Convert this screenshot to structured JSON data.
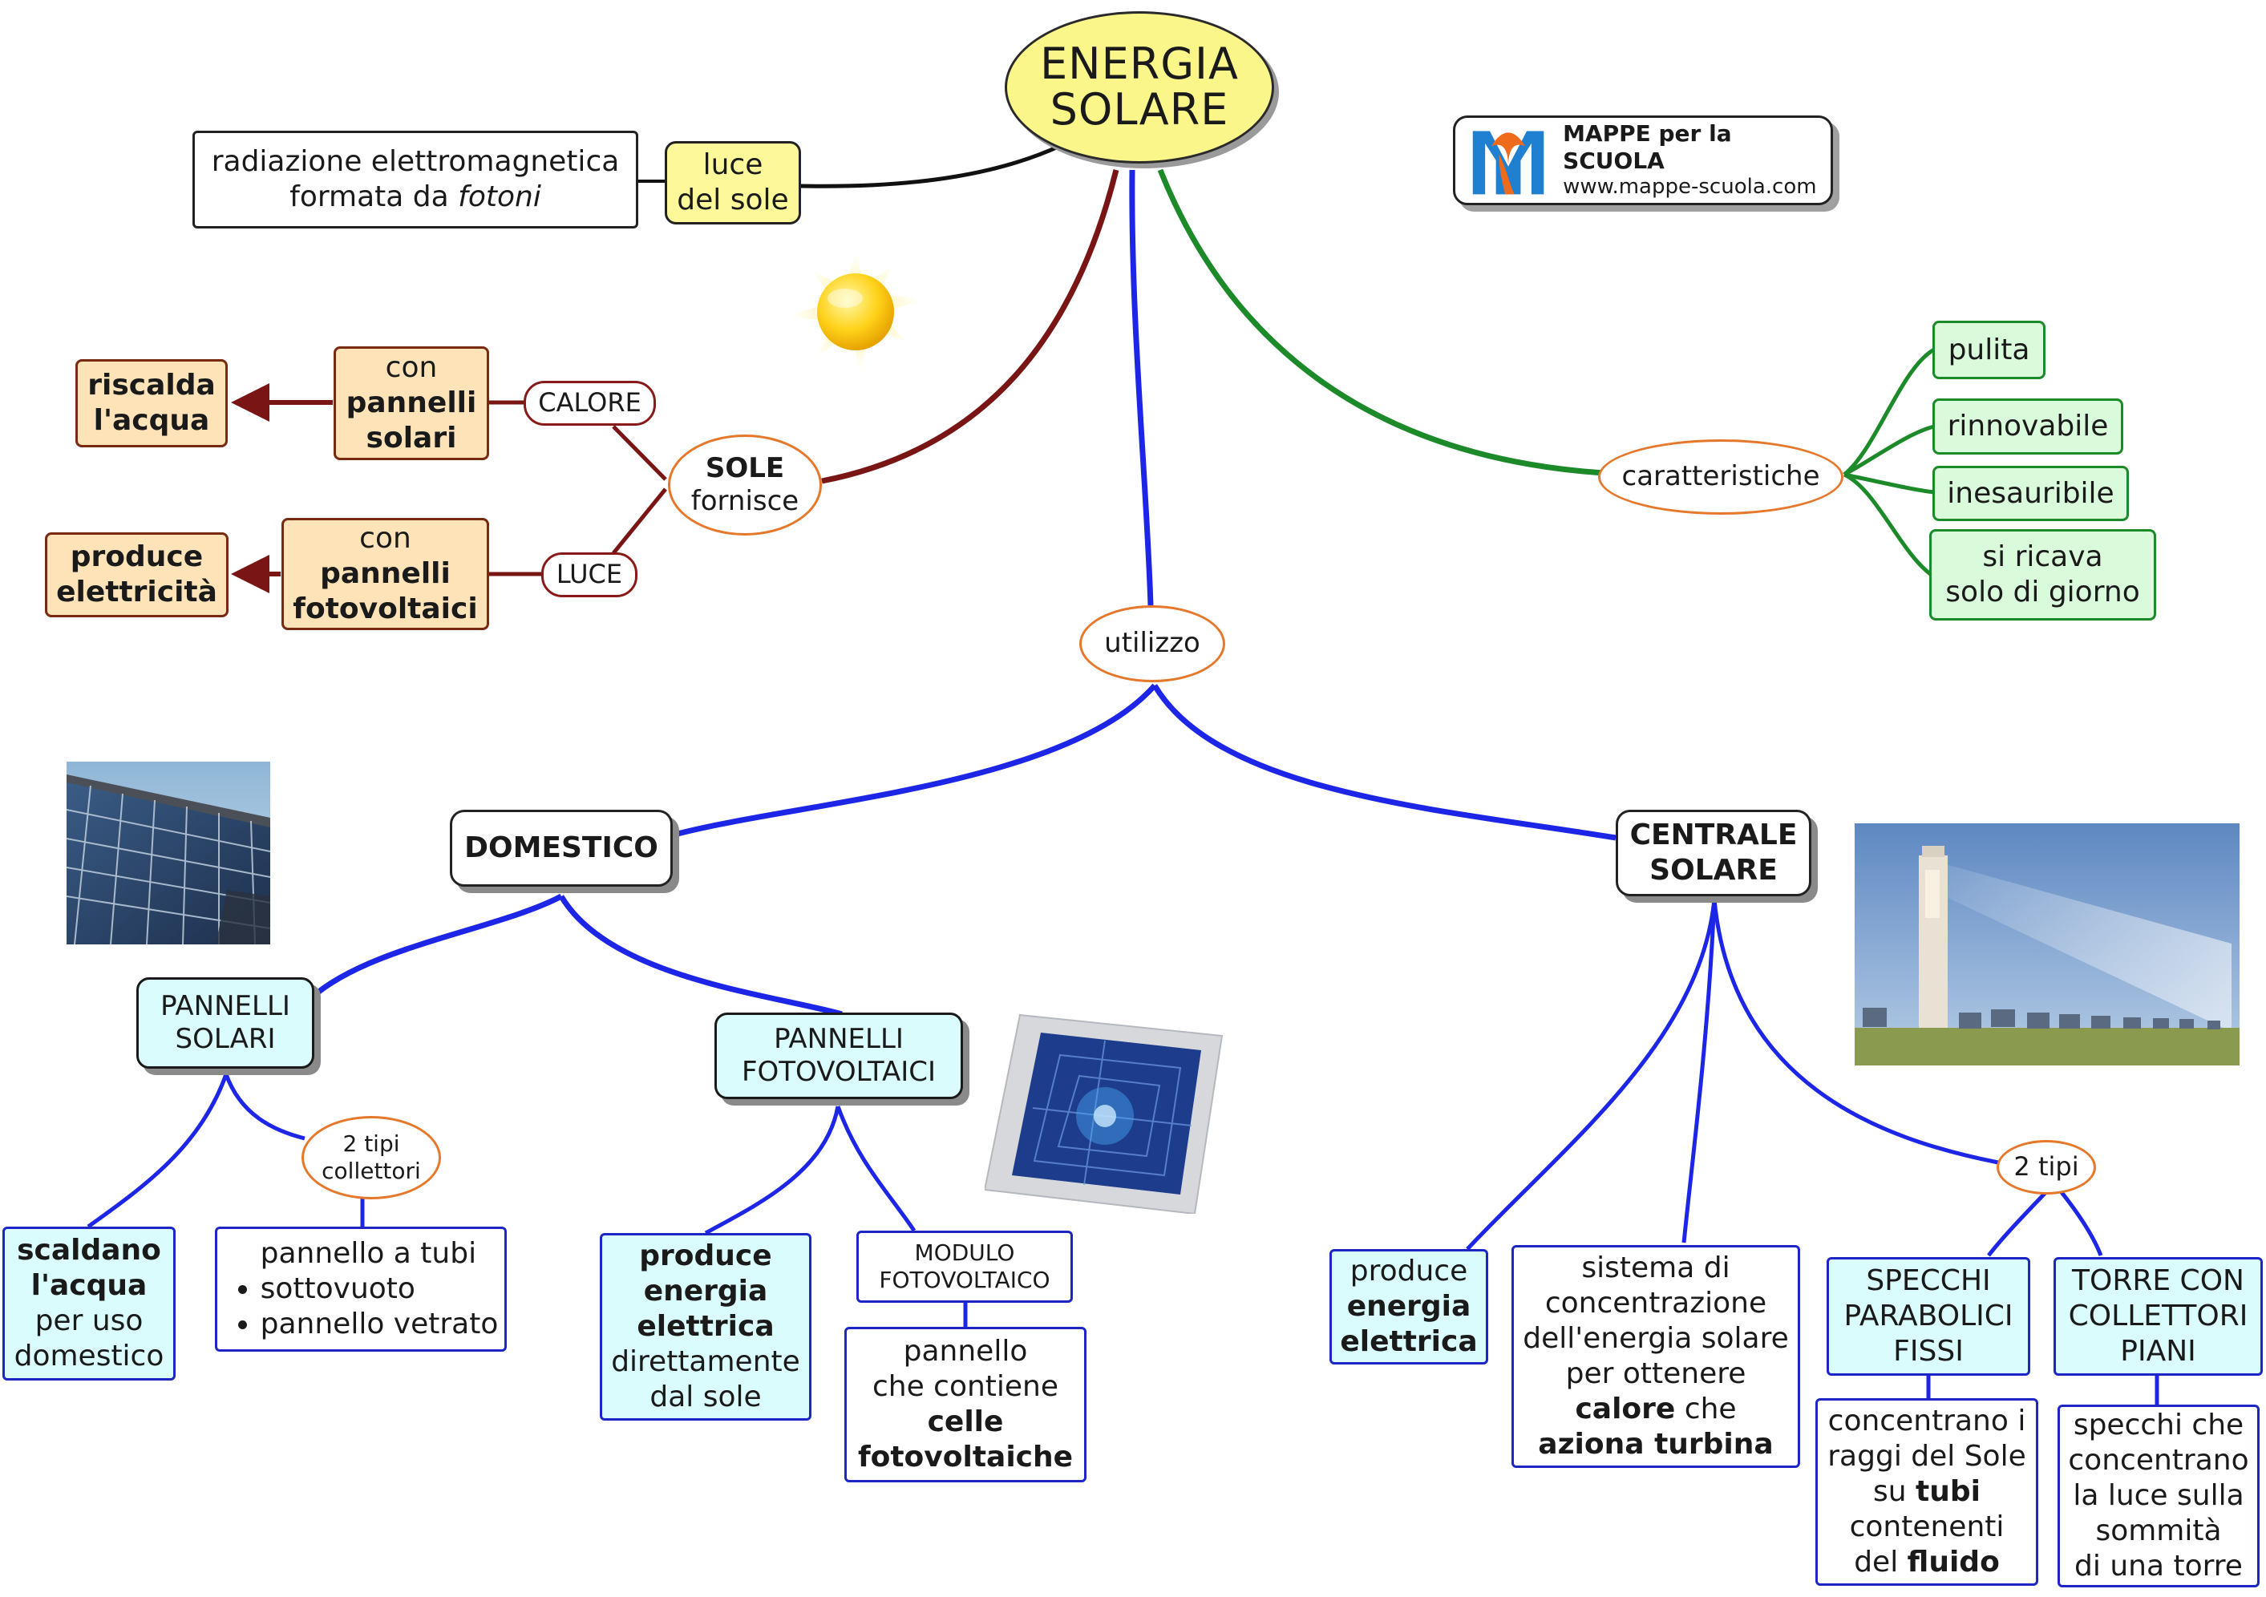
{
  "title": {
    "line1": "ENERGIA",
    "line2": "SOLARE"
  },
  "logo": {
    "name": "MAPPE per la SCUOLA",
    "url": "www.mappe-scuola.com"
  },
  "luce": {
    "label_line1": "luce",
    "label_line2": "del sole",
    "definition_line1": "radiazione elettromagnetica",
    "definition_line2_pre": "formata da ",
    "definition_line2_em": "fotoni"
  },
  "sole": {
    "bold": "SOLE",
    "text": "fornisce",
    "calore": "CALORE",
    "luce": "LUCE",
    "calore_box": {
      "line1": "con",
      "line2": "pannelli",
      "line3": "solari"
    },
    "calore_result": {
      "line1": "riscalda",
      "line2": "l'acqua"
    },
    "luce_box": {
      "line1": "con",
      "line2": "pannelli",
      "line3": "fotovoltaici"
    },
    "luce_result": {
      "line1": "produce",
      "line2": "elettricità"
    }
  },
  "caratteristiche": {
    "label": "caratteristiche",
    "items": [
      "pulita",
      "rinnovabile",
      "inesauribile"
    ],
    "last": {
      "line1": "si ricava",
      "line2": "solo di giorno"
    }
  },
  "utilizzo": {
    "label": "utilizzo"
  },
  "domestico": {
    "label": "DOMESTICO",
    "pannelli_solari": {
      "line1": "PANNELLI",
      "line2": "SOLARI"
    },
    "scaldano": {
      "b1": "scaldano",
      "b2": "l'acqua",
      "t1": "per uso",
      "t2": "domestico"
    },
    "tipi_collettori": {
      "line1": "2 tipi",
      "line2": "collettori"
    },
    "collettori": [
      "pannello a tubi sottovuoto",
      "pannello vetrato"
    ],
    "pannelli_fotovoltaici": {
      "line1": "PANNELLI",
      "line2": "FOTOVOLTAICI"
    },
    "produce": {
      "b1": "produce",
      "b2": "energia",
      "b3": "elettrica",
      "t1": "direttamente",
      "t2": "dal sole"
    },
    "modulo": {
      "line1": "MODULO",
      "line2": "FOTOVOLTAICO"
    },
    "pannello": {
      "t1": "pannello",
      "t2": "che contiene",
      "b1": "celle",
      "b2": "fotovoltaiche"
    }
  },
  "centrale": {
    "label_line1": "CENTRALE",
    "label_line2": "SOLARE",
    "produce": {
      "t1": "produce",
      "b1": "energia",
      "b2": "elettrica"
    },
    "sistema": {
      "t1": "sistema di",
      "t2": "concentrazione",
      "t3": "dell'energia solare",
      "t4": "per ottenere",
      "b1": "calore",
      "t5": " che",
      "b2": "aziona turbina"
    },
    "tipi": "2 tipi",
    "specchi": {
      "line1": "SPECCHI",
      "line2": "PARABOLICI",
      "line3": "FISSI"
    },
    "specchi_desc": {
      "t1": "concentrano i",
      "t2": "raggi del Sole",
      "t3": "su ",
      "b1": "tubi",
      "t4": "contenenti",
      "t5": "del ",
      "b2": "fluido"
    },
    "torre": {
      "line1": "TORRE CON",
      "line2": "COLLETTORI",
      "line3": "PIANI"
    },
    "torre_desc": {
      "t1": "specchi che",
      "t2": "concentrano",
      "t3": "la luce sulla",
      "t4": "sommità",
      "t5": "di una torre"
    }
  },
  "colors": {
    "title_fill": "#fbf68a",
    "blue_link": "#1d26e6",
    "green_link": "#1d8a2a",
    "red_link": "#7a1515",
    "cyan_fill": "#dafcfd",
    "peach_fill": "#fde3b7",
    "green_fill": "#d9fadb",
    "oval_border": "#e6782b"
  }
}
